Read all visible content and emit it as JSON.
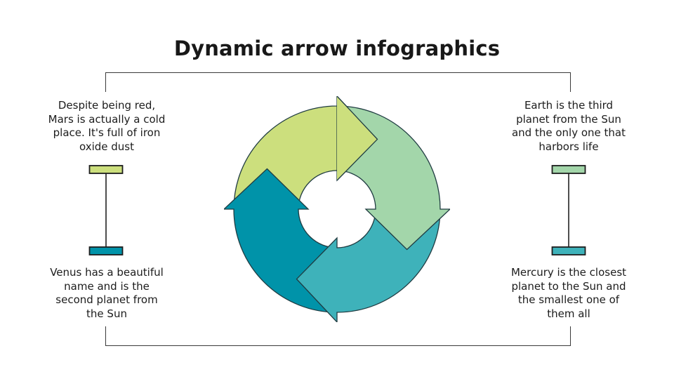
{
  "title": "Dynamic arrow infographics",
  "cards": {
    "mars": {
      "text": "Despite being red,\nMars is actually a cold\nplace. It's full of iron\noxide dust",
      "marker_color": "#ccdf7d"
    },
    "earth": {
      "text": "Earth is the third\nplanet from the Sun\nand the only one that\nharbors life",
      "marker_color": "#a3d6aa"
    },
    "venus": {
      "text": "Venus has a beautiful\nname and is the\nsecond planet from\nthe Sun",
      "marker_color": "#0093a9"
    },
    "mercury": {
      "text": "Mercury is the closest\nplanet to the Sun and\nthe smallest one of\nthem all",
      "marker_color": "#3eb2ba"
    }
  },
  "cycle": {
    "outline_color": "#203c42",
    "segments": [
      {
        "name": "top-left",
        "color": "#ccdf7d"
      },
      {
        "name": "bottom-left",
        "color": "#0093a9"
      },
      {
        "name": "bottom-right",
        "color": "#3eb2ba"
      },
      {
        "name": "top-right",
        "color": "#a3d6aa"
      }
    ]
  }
}
